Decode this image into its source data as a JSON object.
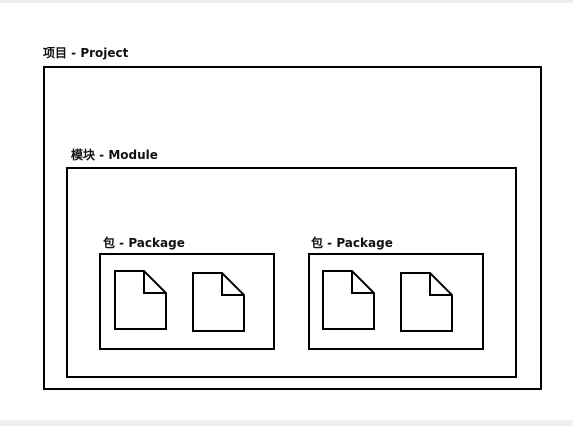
{
  "project": {
    "label": "项目 - Project"
  },
  "module": {
    "label": "模块 - Module"
  },
  "packages": [
    {
      "label": "包 - Package",
      "files": [
        "file-icon",
        "file-icon"
      ]
    },
    {
      "label": "包 - Package",
      "files": [
        "file-icon",
        "file-icon"
      ]
    }
  ],
  "colors": {
    "stroke": "#000000",
    "background": "#ffffff"
  }
}
